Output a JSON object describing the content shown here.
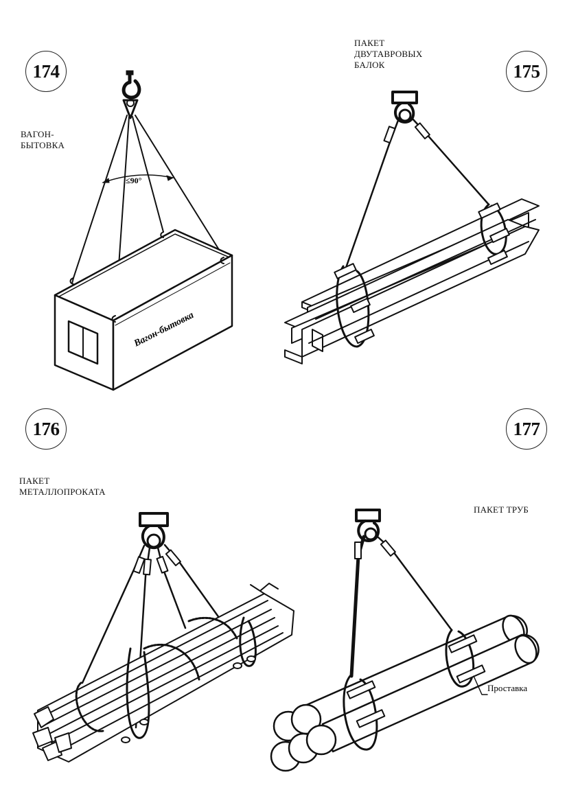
{
  "figures": [
    {
      "number": "174",
      "caption_lines": [
        "ВАГОН-",
        "БЫТОВКА"
      ],
      "angle_label": "≤90°",
      "container_label": "Вагон-бытовка"
    },
    {
      "number": "175",
      "caption_lines": [
        "ПАКЕТ",
        "ДВУТАВРОВЫХ",
        "БАЛОК"
      ]
    },
    {
      "number": "176",
      "caption_lines": [
        "ПАКЕТ",
        "МЕТАЛЛОПРОКАТА"
      ]
    },
    {
      "number": "177",
      "caption_lines": [
        "ПАКЕТ ТРУБ"
      ],
      "callout_label": "Проставка"
    }
  ],
  "colors": {
    "ink": "#111111",
    "paper": "#ffffff"
  }
}
